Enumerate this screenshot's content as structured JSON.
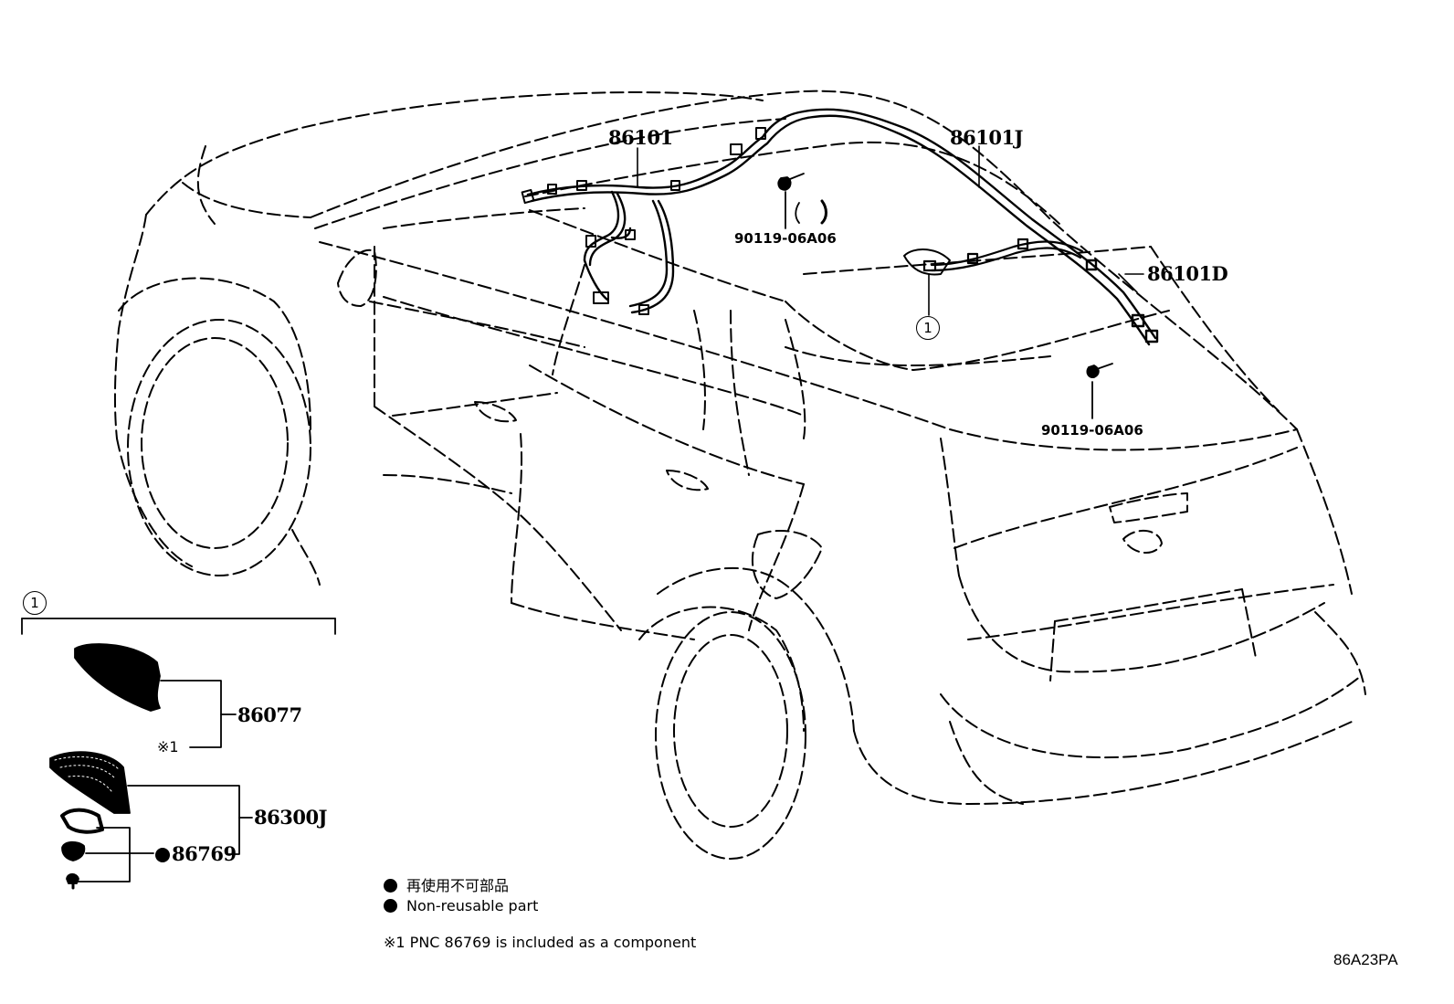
{
  "parts": {
    "p86101": "86101",
    "p86101J": "86101J",
    "p86101D": "86101D",
    "bolt_a": "90119-06A06",
    "bolt_b": "90119-06A06",
    "p86077": "86077",
    "p86300J": "86300J",
    "p86769": "86769"
  },
  "callout": {
    "ref": "1",
    "group_ref": "1"
  },
  "notes": {
    "star_mark": "※1",
    "legend_jp": "再使用不可部品",
    "legend_en": "Non-reusable part",
    "footnote": "※1 PNC 86769 is included as a component"
  },
  "diagram_code": "86A23PA"
}
